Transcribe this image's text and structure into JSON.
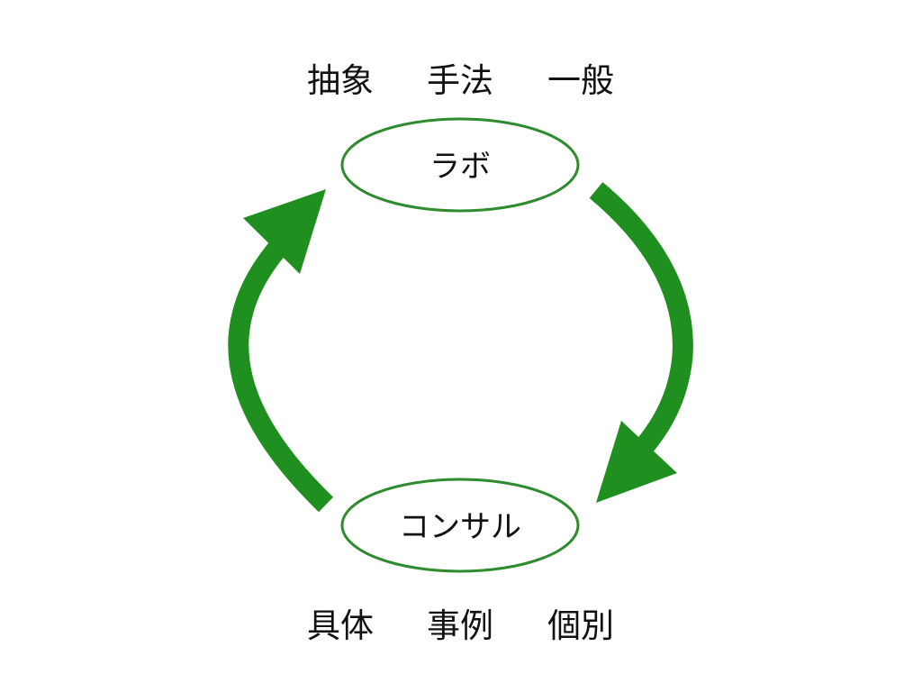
{
  "top_labels": [
    "抽象",
    "手法",
    "一般"
  ],
  "bottom_labels": [
    "具体",
    "事例",
    "個別"
  ],
  "nodes": {
    "top": "ラボ",
    "bottom": "コンサル"
  },
  "colors": {
    "arrow": "#1f8f1f",
    "node_border": "#2e8b2e",
    "text": "#111111",
    "background": "#ffffff"
  }
}
